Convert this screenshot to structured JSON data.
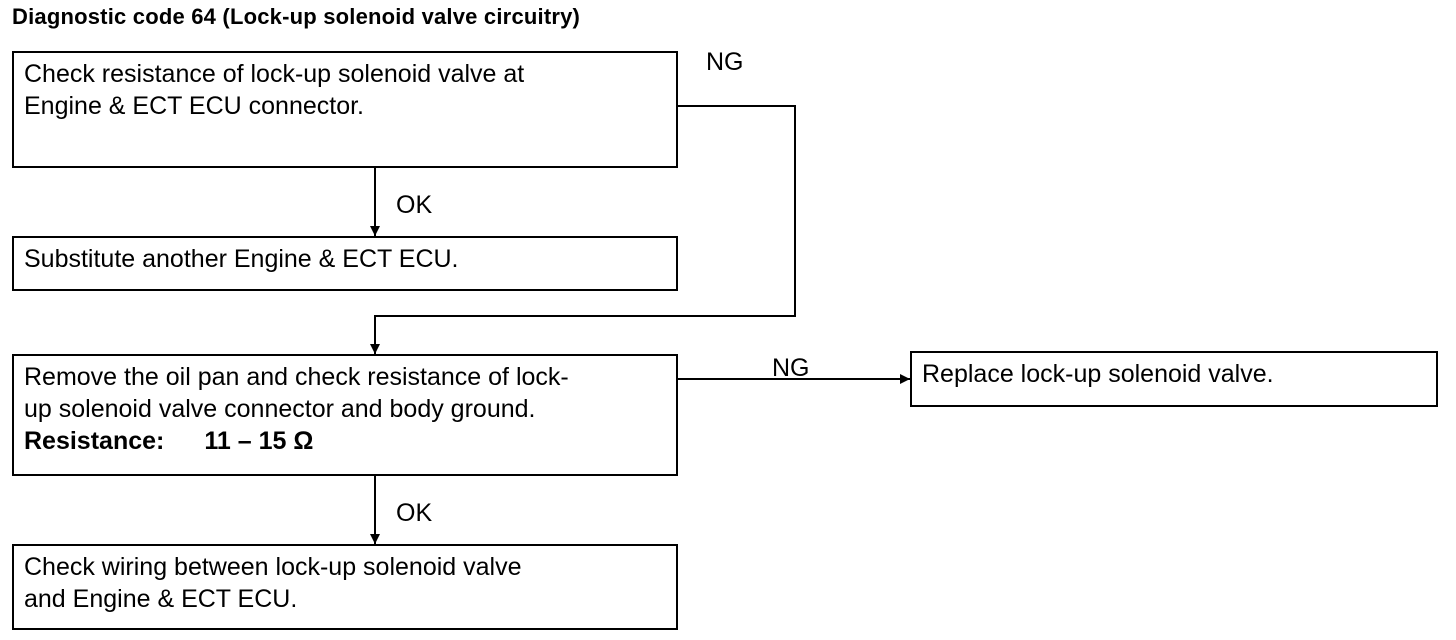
{
  "title": "Diagnostic code 64 (Lock-up solenoid valve circuitry)",
  "steps": {
    "check_ecu_resistance": {
      "lines": [
        "Check resistance of lock-up solenoid valve at",
        "Engine & ECT ECU connector."
      ]
    },
    "substitute_ecu": {
      "lines": [
        "Substitute another Engine & ECT ECU."
      ]
    },
    "remove_oil_pan": {
      "lines": [
        "Remove the oil pan and check resistance of lock-",
        "up solenoid valve connector and body ground."
      ],
      "spec_label": "Resistance:",
      "spec_value": "11 – 15 Ω"
    },
    "check_wiring": {
      "lines": [
        "Check wiring between lock-up solenoid valve",
        "and Engine & ECT ECU."
      ]
    },
    "replace_valve": {
      "lines": [
        "Replace lock-up solenoid valve."
      ]
    }
  },
  "edge_labels": {
    "ng_first": "NG",
    "ok_first": "OK",
    "ng_second": "NG",
    "ok_second": "OK"
  }
}
